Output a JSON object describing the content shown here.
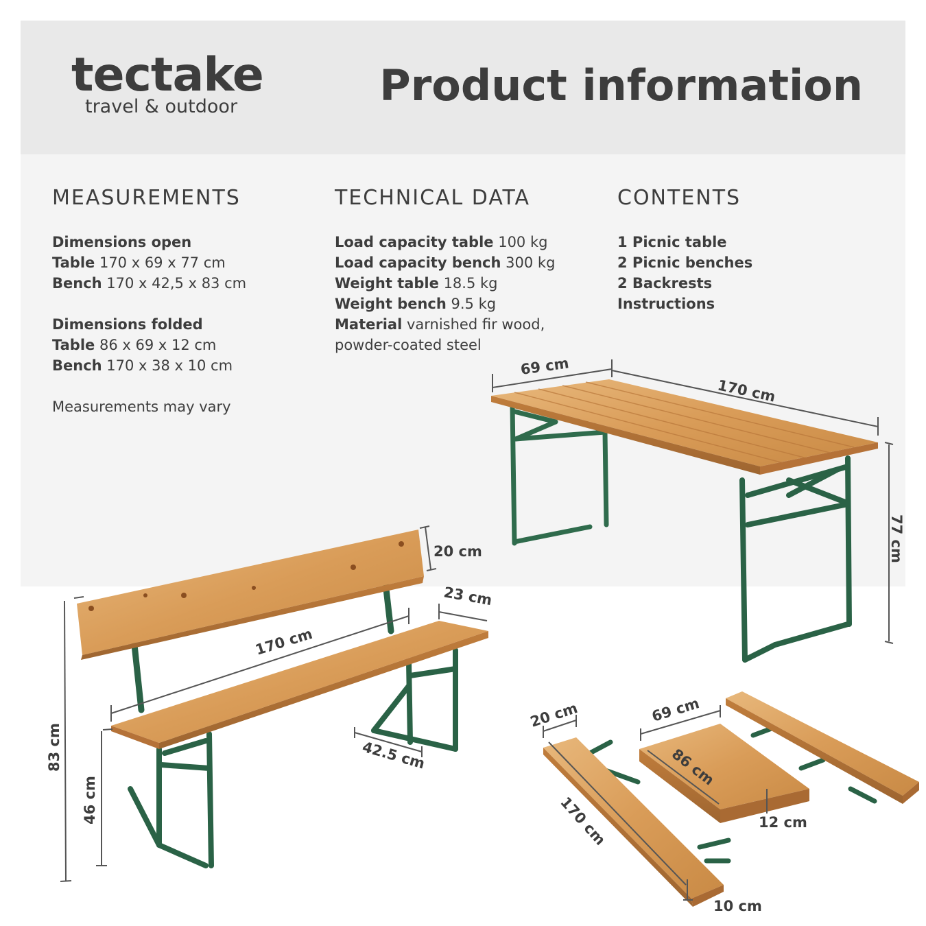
{
  "brand": {
    "name": "tectake",
    "tagline": "travel & outdoor"
  },
  "title": "Product information",
  "measurements": {
    "heading": "MEASUREMENTS",
    "open_label": "Dimensions open",
    "open_table_label": "Table",
    "open_table_value": "170 x 69 x 77 cm",
    "open_bench_label": "Bench",
    "open_bench_value": "170 x 42,5 x 83 cm",
    "folded_label": "Dimensions folded",
    "folded_table_label": "Table",
    "folded_table_value": "86 x 69 x 12 cm",
    "folded_bench_label": "Bench",
    "folded_bench_value": "170 x 38 x 10 cm",
    "note": "Measurements may vary"
  },
  "technical": {
    "heading": "TECHNICAL DATA",
    "rows": [
      {
        "label": "Load capacity table",
        "value": "100 kg"
      },
      {
        "label": "Load capacity bench",
        "value": "300 kg"
      },
      {
        "label": "Weight table",
        "value": "18.5 kg"
      },
      {
        "label": "Weight bench",
        "value": "9.5 kg"
      },
      {
        "label": "Material",
        "value": "varnished fir wood,"
      }
    ],
    "material_cont": "powder-coated steel"
  },
  "contents": {
    "heading": "CONTENTS",
    "items": [
      "1 Picnic table",
      "2 Picnic benches",
      "2 Backrests",
      "Instructions"
    ]
  },
  "dims": {
    "table_width": "69 cm",
    "table_length": "170 cm",
    "table_height": "77 cm",
    "backrest_height": "20 cm",
    "seat_width": "23 cm",
    "bench_length": "170 cm",
    "bench_depth": "42.5 cm",
    "bench_height": "83 cm",
    "seat_height": "46 cm",
    "folded_bench_width": "20 cm",
    "folded_bench_length": "170 cm",
    "folded_bench_thickness": "10 cm",
    "folded_table_width": "69 cm",
    "folded_table_length": "86 cm",
    "folded_table_thickness": "12 cm"
  },
  "colors": {
    "wood": "#d9a05f",
    "wood_dark": "#b97a3c",
    "steel": "#2f6b4c",
    "text": "#3d3d3d"
  }
}
